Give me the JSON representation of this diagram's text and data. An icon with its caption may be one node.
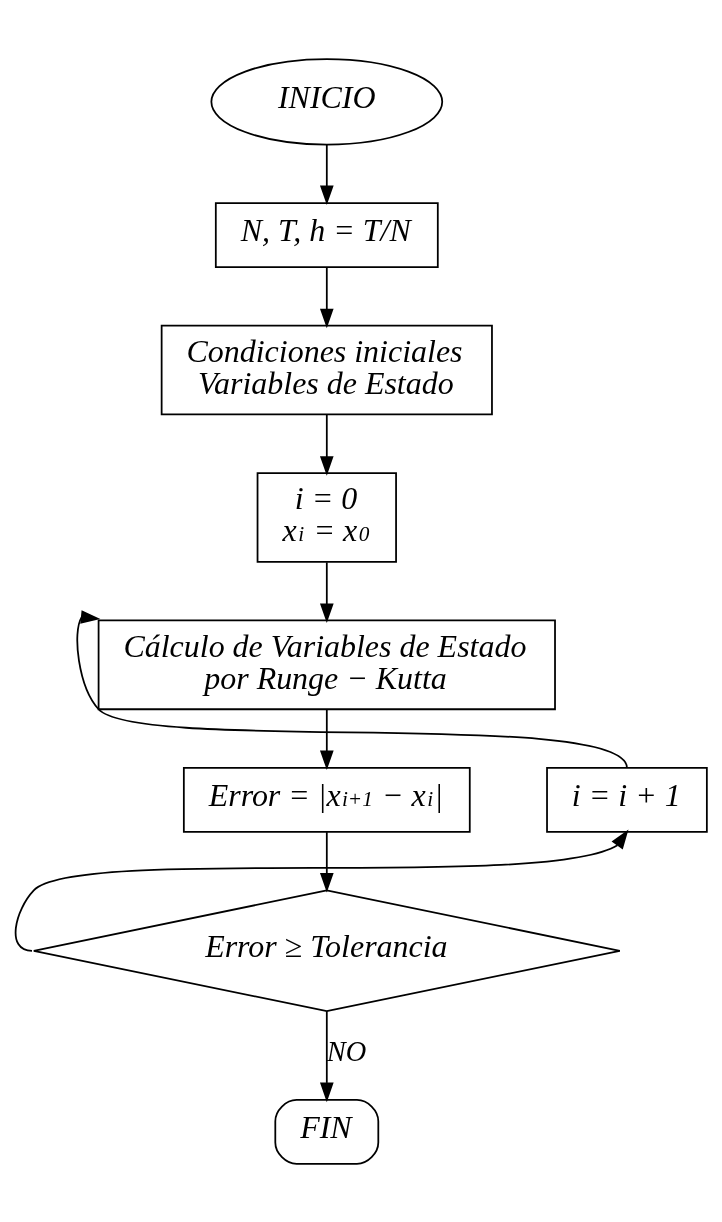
{
  "diagram": {
    "nodes": [
      {
        "text": [
          "INICIO"
        ]
      },
      {
        "text": [
          "N, T, h = T/N"
        ]
      },
      {
        "text": [
          "Condiciones iniciales",
          "Variables de Estado"
        ]
      },
      {
        "text": [
          "i = 0",
          "x$_{i}$ = x$_{0}$"
        ]
      },
      {
        "text": [
          "Cálculo de Variables de Estado",
          "por Runge − Kutta"
        ]
      },
      {
        "text": [
          "Error = |x$_{i+1}$ − x$_{i}$|"
        ]
      },
      {
        "text": [
          "Error ≥ Tolerancia"
        ]
      },
      {
        "text": [
          "FIN"
        ]
      },
      {
        "text": [
          "i = i + 1"
        ]
      }
    ],
    "edges": [
      {
        "from": 0,
        "to": 1,
        "arrow": "to"
      },
      {
        "from": 1,
        "to": 2,
        "arrow": "to"
      },
      {
        "from": 2,
        "to": 3,
        "arrow": "to"
      },
      {
        "from": 3,
        "to": 4,
        "arrow": "to"
      },
      {
        "from": 4,
        "to": 5,
        "arrow": "to"
      },
      {
        "from": 5,
        "to": 6,
        "arrow": "to"
      },
      {
        "from": 6,
        "to": 7,
        "arrow": "to",
        "label": "NO"
      },
      {
        "from": 6,
        "to": 8,
        "arrow": "to"
      },
      {
        "from": 8,
        "to": 4,
        "arrow": "to"
      }
    ]
  }
}
